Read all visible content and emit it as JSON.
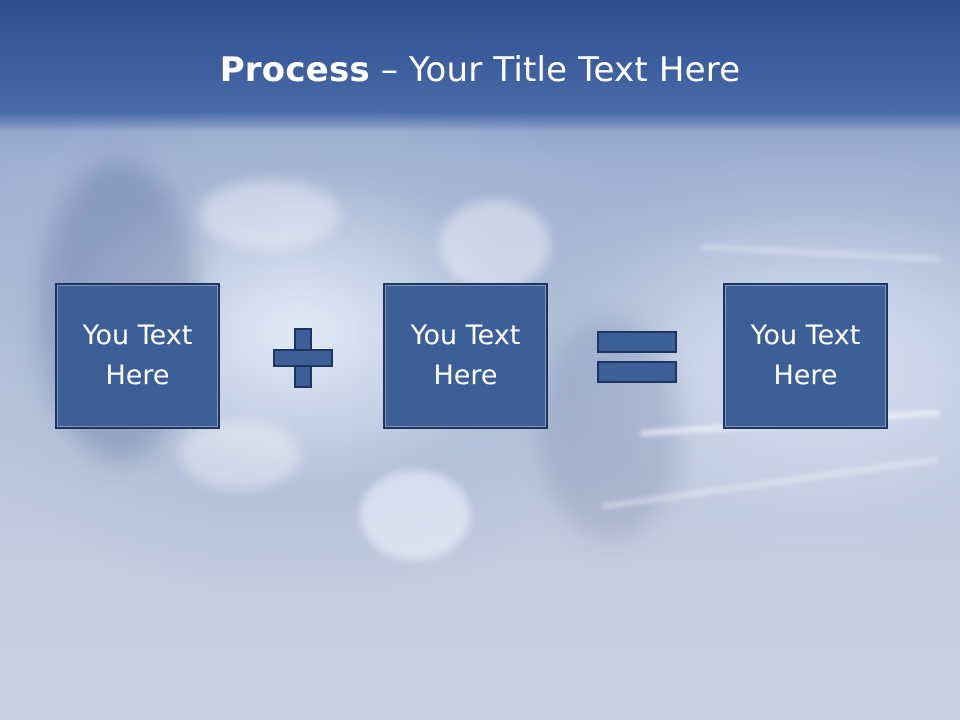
{
  "slide": {
    "title_bold": "Process",
    "title_rest": " – Your Title Text Here",
    "boxes": [
      {
        "label": "You Text\nHere"
      },
      {
        "label": "You Text\nHere"
      },
      {
        "label": "You Text\nHere"
      }
    ],
    "operators": [
      "plus-icon",
      "equals-icon"
    ],
    "colors": {
      "header": "#3a5b9b",
      "box_fill": "#3c5f98",
      "box_border": "#1e355f",
      "text": "#ffffff"
    }
  }
}
